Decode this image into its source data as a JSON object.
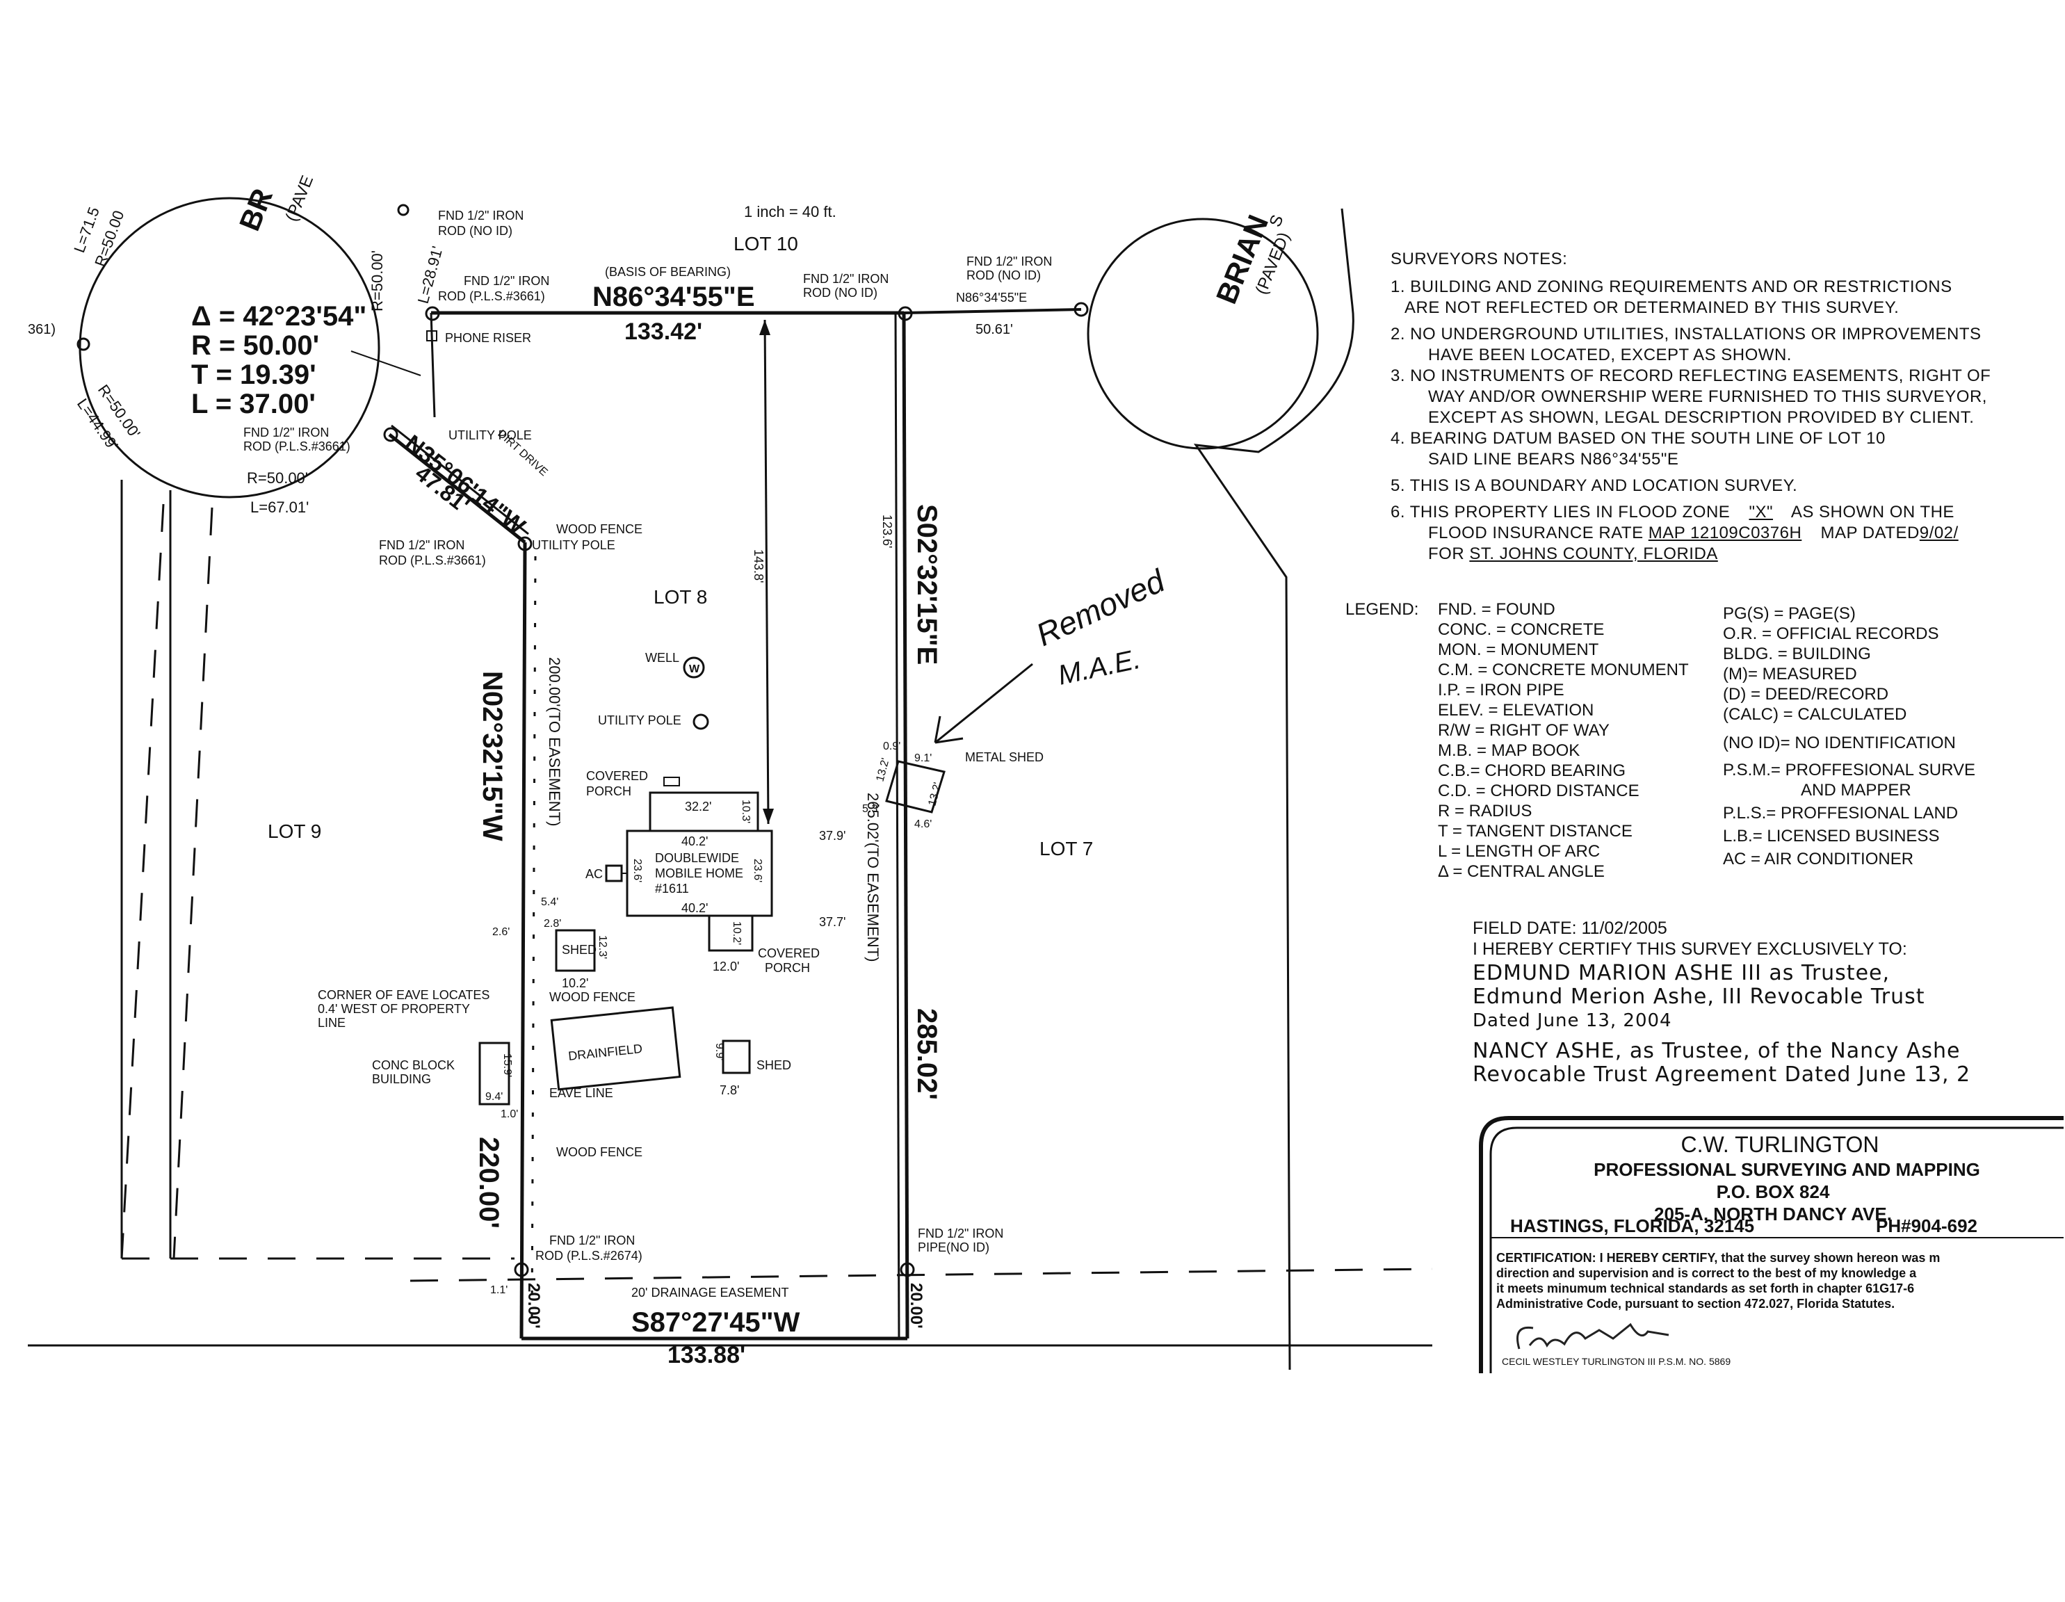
{
  "scale_note": "1 inch = 40 ft.",
  "roads": {
    "brian_left": "BR",
    "brian_left_sub": "(PAVE",
    "brian_right": "BRIAN",
    "brian_right_sub": "(PAVED)",
    "brian_right_tail": "S"
  },
  "lots": {
    "lot10": "LOT 10",
    "lot8": "LOT 8",
    "lot9": "LOT 9",
    "lot7": "LOT 7"
  },
  "curve": {
    "delta": "Δ = 42°23'54\"",
    "radius": "R = 50.00'",
    "tangent": "T = 19.39'",
    "length": "L = 37.00'"
  },
  "curve_labels": {
    "l71": "L=71.5",
    "r50a": "R=50.00",
    "r50b": "R=50.00'",
    "r50c": "R=50.00'",
    "r50d": "R=50.00'",
    "l2891": "L=28.91'",
    "l499": "L=44.99'",
    "l6701": "L=67.01'",
    "r361": "361)"
  },
  "boundary": {
    "north_bearing": "N86°34'55\"E",
    "north_dist": "133.42'",
    "basis": "(BASIS OF BEARING)",
    "north_ext_bearing": "N86°34'55\"E",
    "north_ext_dist": "50.61'",
    "east_bearing": "S02°32'15\"E",
    "east_dist": "285.02'",
    "east_inner": "265.02'(TO EASEMENT)",
    "east_small": "123.6'",
    "west_bearing": "N02°32'15\"W",
    "west_dist": "220.00'",
    "west_inner": "200.00'(TO EASEMENT)",
    "diag_bearing": "N35°06'14\"W",
    "diag_dist": "47.81'",
    "south_bearing": "S87°27'45\"W",
    "south_partial": "133.88'",
    "ease_w": "20.00'",
    "ease_e": "20.00'",
    "vert_inner": "143.8'"
  },
  "monuments": {
    "m1a": "FND 1/2\" IRON",
    "m1b": "ROD (NO ID)",
    "m2a": "FND 1/2\" IRON",
    "m2b": "ROD (P.L.S.#3661)",
    "m3a": "FND 1/2\" IRON",
    "m3b": "ROD (NO ID)",
    "m4a": "FND 1/2\" IRON",
    "m4b": "ROD (NO ID)",
    "m5a": "FND 1/2\" IRON",
    "m5b": "ROD (P.L.S.#3661)",
    "m6a": "FND 1/2\" IRON",
    "m6b": "ROD (P.L.S.#3661)",
    "m7a": "FND 1/2\" IRON",
    "m7b": "ROD (P.L.S.#2674)",
    "m8a": "FND 1/2\" IRON",
    "m8b": "PIPE(NO ID)"
  },
  "features": {
    "phone_riser": "PHONE RISER",
    "utility_pole": "UTILITY POLE",
    "dirt_drive": "DIRT DRIVE",
    "utility_pole2": "UTILITY POLE",
    "wood_fence1": "WOOD FENCE",
    "well": "WELL",
    "utility_pole3": "UTILITY POLE",
    "covered_porch": "COVERED",
    "porch": "PORCH",
    "dw1": "DOUBLEWIDE",
    "dw2": "MOBILE HOME",
    "dw3": "#1611",
    "d402a": "40.2'",
    "d402b": "40.2'",
    "d322": "32.2'",
    "d103": "10.3'",
    "d236a": "23.6'",
    "d236b": "23.6'",
    "ac": "AC",
    "d379": "37.9'",
    "d377": "37.7'",
    "d102": "10.2'",
    "d120": "12.0'",
    "covered_porch2": "COVERED",
    "porch2": "PORCH",
    "metal_shed": "METAL SHED",
    "ms1": "0.9'",
    "ms2": "9.1'",
    "ms3": "13.2'",
    "ms4": "13.2'",
    "ms5": "5.3'",
    "ms6": "4.6'",
    "shed": "SHED",
    "d123": "12.3'",
    "d102b": "10.2'",
    "d54": "5.4'",
    "d28": "2.8'",
    "d26": "2.6'",
    "eave1": "CORNER OF EAVE LOCATES",
    "eave2": "0.4' WEST OF PROPERTY",
    "eave3": "LINE",
    "wood_fence2": "WOOD FENCE",
    "drainfield": "DRAINFIELD",
    "shed2": "SHED",
    "d99": "9.9'",
    "d78": "7.8'",
    "conc1": "CONC BLOCK",
    "conc2": "BUILDING",
    "d159": "15.9'",
    "d94": "9.4'",
    "eave_line": "EAVE LINE",
    "d10": "1.0'",
    "wood_fence3": "WOOD FENCE",
    "d11": "1.1'",
    "drainage": "20' DRAINAGE EASEMENT"
  },
  "handwritten": {
    "removed": "Removed",
    "initials": "M.A.E."
  },
  "notes": {
    "title": "SURVEYORS NOTES:",
    "n1a": "1. BUILDING AND ZONING REQUIREMENTS AND OR RESTRICTIONS",
    "n1b": "ARE NOT REFLECTED OR DETERMAINED BY   THIS SURVEY.",
    "n2a": "2. NO UNDERGROUND UTILITIES, INSTALLATIONS OR IMPROVEMENTS",
    "n2b": "HAVE BEEN LOCATED, EXCEPT AS SHOWN.",
    "n3a": "3. NO INSTRUMENTS OF RECORD REFLECTING EASEMENTS, RIGHT OF",
    "n3b": "WAY AND/OR OWNERSHIP WERE FURNISHED TO THIS SURVEYOR,",
    "n3c": "EXCEPT AS SHOWN, LEGAL DESCRIPTION PROVIDED BY CLIENT.",
    "n4a": "4. BEARING DATUM BASED ON THE SOUTH LINE OF LOT 10",
    "n4b": "SAID LINE BEARS N86°34'55\"E",
    "n5": "5. THIS IS A BOUNDARY AND LOCATION SURVEY.",
    "n6a_pre": "6. THIS PROPERTY LIES IN FLOOD ZONE",
    "n6a_zone": "\"X\"",
    "n6a_post": "AS SHOWN ON THE",
    "n6b_pre": "FLOOD INSURANCE RATE",
    "n6b_map": "MAP 12109C0376H",
    "n6b_mid": "MAP DATED",
    "n6b_date": "9/02/",
    "n6c_pre": "FOR",
    "n6c_county": "ST. JOHNS COUNTY, FLORIDA"
  },
  "legend": {
    "title": "LEGEND:",
    "left": [
      "FND. = FOUND",
      "CONC. = CONCRETE",
      "MON. = MONUMENT",
      "C.M. = CONCRETE MONUMENT",
      "I.P. = IRON PIPE",
      "ELEV. = ELEVATION",
      "R/W = RIGHT OF WAY",
      "M.B. = MAP BOOK",
      "C.B.= CHORD BEARING",
      "C.D. = CHORD DISTANCE",
      "R = RADIUS",
      "T = TANGENT DISTANCE",
      "L = LENGTH OF ARC",
      "Δ = CENTRAL ANGLE"
    ],
    "right": [
      "PG(S) = PAGE(S)",
      "O.R. = OFFICIAL RECORDS",
      "BLDG. = BUILDING",
      "(M)= MEASURED",
      "(D) = DEED/RECORD",
      "(CALC) = CALCULATED",
      "(NO ID)= NO IDENTIFICATION",
      "P.S.M.= PROFFESIONAL SURVE",
      "AND MAPPER",
      "P.L.S.= PROFFESIONAL LAND",
      "L.B.= LICENSED BUSINESS",
      "AC = AIR CONDITIONER"
    ]
  },
  "certify": {
    "field_date": "FIELD DATE: 11/02/2005",
    "hereby": "I HEREBY CERTIFY THIS SURVEY EXCLUSIVELY TO:",
    "h1": "EDMUND MARION ASHE III as Trustee,",
    "h2": "Edmund Merion Ashe, III Revocable Trust",
    "h3": "Dated June 13, 2004",
    "h4": "NANCY ASHE, as Trustee, of the Nancy Ashe",
    "h5": "Revocable Trust Agreement Dated June 13, 2"
  },
  "title_block": {
    "name": "C.W. TURLINGTON",
    "line1": "PROFESSIONAL SURVEYING AND MAPPING",
    "line2": "P.O. BOX 824",
    "line3": "205-A, NORTH DANCY AVE.",
    "line4": "HASTINGS, FLORIDA, 32145",
    "phone": "PH#904-692",
    "cert1": "CERTIFICATION: I HEREBY CERTIFY, that the survey shown hereon was m",
    "cert2": "direction and supervision and is correct to the best of my knowledge a",
    "cert3": "it meets minumum technical standards as set forth in chapter 61G17-6",
    "cert4": "Administrative Code, pursuant to section 472.027, Florida Statutes.",
    "signer": "CECIL WESTLEY TURLINGTON III   P.S.M. NO. 5869"
  }
}
